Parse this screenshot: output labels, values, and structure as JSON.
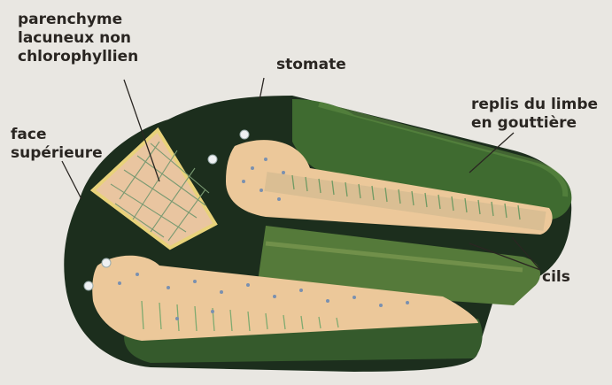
{
  "labels": {
    "parenchyme": [
      "parenchyme",
      "lacuneux non",
      "chlorophyllien"
    ],
    "stomate": "stomate",
    "replis": [
      "replis du limbe",
      "en gouttière"
    ],
    "face": [
      "face",
      "supérieure"
    ],
    "cils": "cils"
  },
  "colors": {
    "background": "#e9e7e2",
    "dark_green": "#1c2e1d",
    "leaf_green": "#3f6b30",
    "light_green": "#7e9a52",
    "tissue_peach": "#ecc89a",
    "ink": "#2a2622"
  }
}
